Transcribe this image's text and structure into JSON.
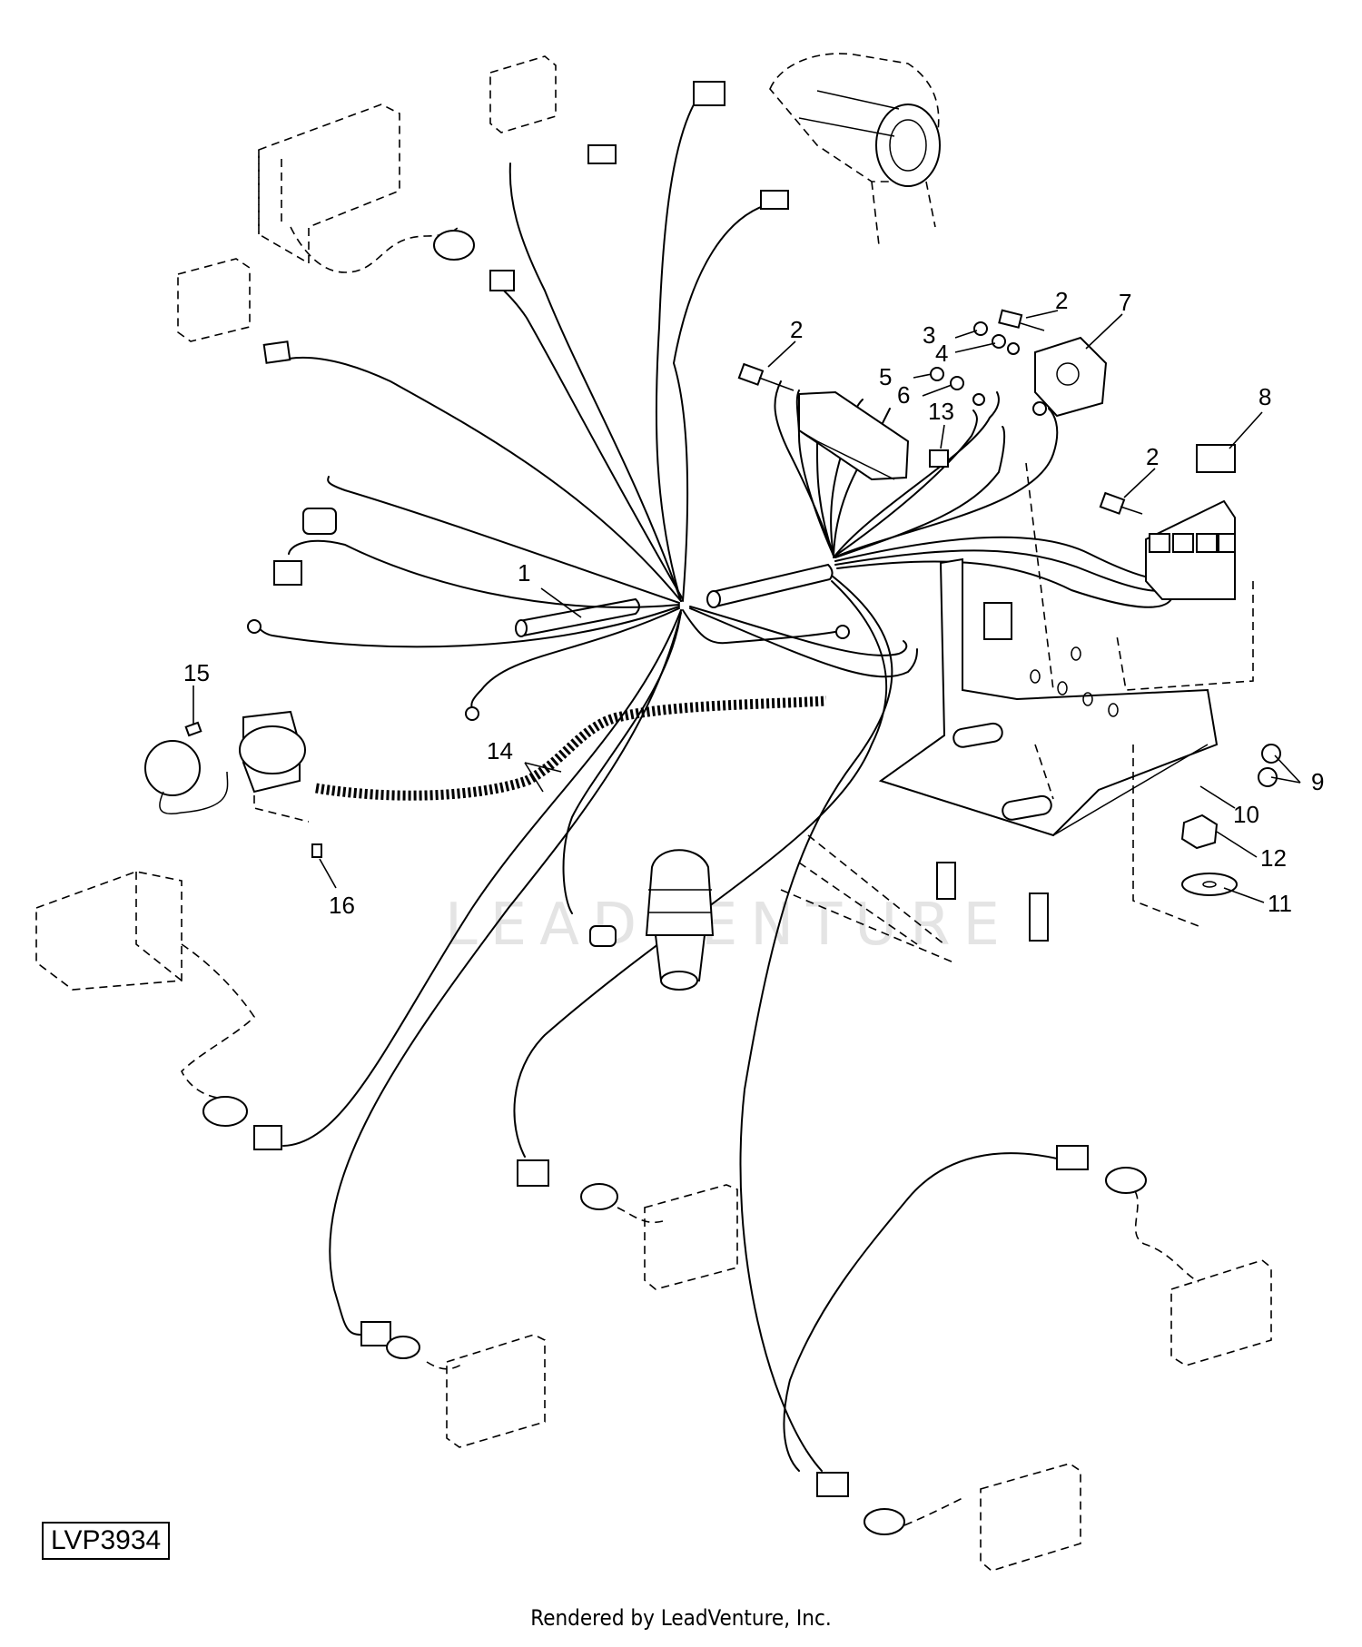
{
  "diagram_id": "LVP3934",
  "footer": {
    "credit": "Rendered by LeadVenture, Inc."
  },
  "watermark": "LEADVENTURE",
  "callouts": [
    {
      "id": "1",
      "label": "1"
    },
    {
      "id": "2a",
      "label": "2"
    },
    {
      "id": "2b",
      "label": "2"
    },
    {
      "id": "2c",
      "label": "2"
    },
    {
      "id": "3",
      "label": "3"
    },
    {
      "id": "4",
      "label": "4"
    },
    {
      "id": "5",
      "label": "5"
    },
    {
      "id": "6",
      "label": "6"
    },
    {
      "id": "7",
      "label": "7"
    },
    {
      "id": "8",
      "label": "8"
    },
    {
      "id": "9",
      "label": "9"
    },
    {
      "id": "10",
      "label": "10"
    },
    {
      "id": "11",
      "label": "11"
    },
    {
      "id": "12",
      "label": "12"
    },
    {
      "id": "13",
      "label": "13"
    },
    {
      "id": "14",
      "label": "14"
    },
    {
      "id": "15",
      "label": "15"
    },
    {
      "id": "16",
      "label": "16"
    }
  ]
}
